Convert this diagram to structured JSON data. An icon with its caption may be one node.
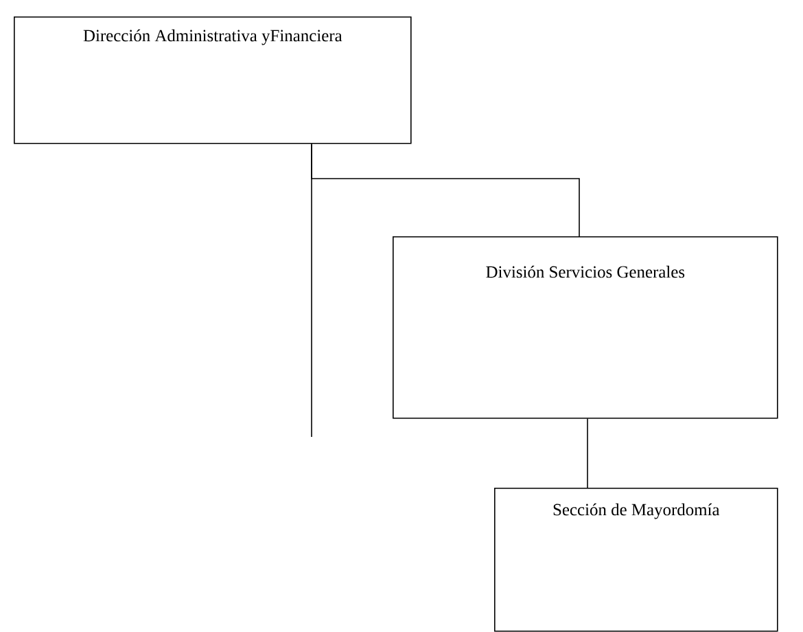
{
  "diagram": {
    "nodes": [
      {
        "text": [
          "Dirección Administrativa yFinanciera"
        ]
      },
      {
        "text": [
          "División Servicios Generales"
        ]
      },
      {
        "text": [
          "Sección de Mayordomía"
        ]
      }
    ],
    "edges": [
      {
        "from": 0,
        "to": 1,
        "arrow": "none"
      },
      {
        "from": 0,
        "to": null,
        "arrow": "none"
      },
      {
        "from": 1,
        "to": 2,
        "arrow": "none"
      }
    ]
  }
}
